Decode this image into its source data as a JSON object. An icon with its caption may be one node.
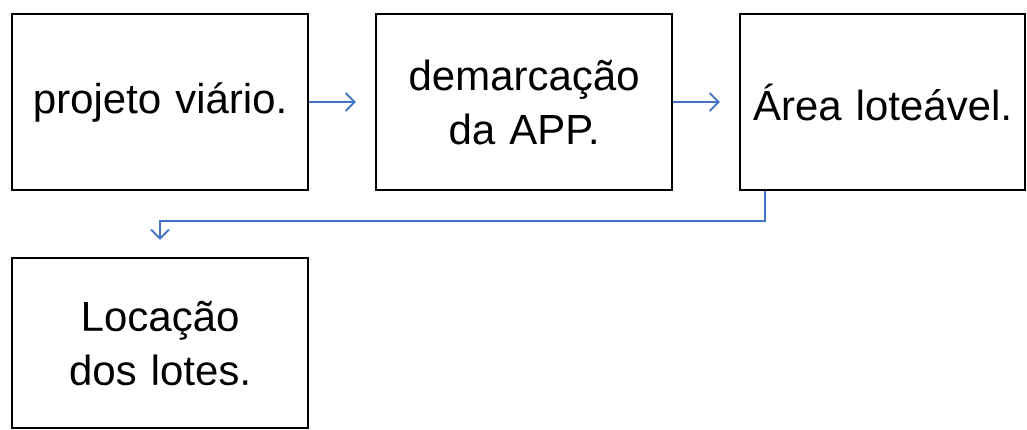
{
  "diagram": {
    "nodes": [
      {
        "text": [
          "projeto viário."
        ]
      },
      {
        "text": [
          "demarcação da APP."
        ]
      },
      {
        "text": [
          "Área loteável."
        ]
      },
      {
        "text": [
          "Locação dos lotes."
        ]
      }
    ],
    "edges": [
      {
        "from": 0,
        "to": 1,
        "arrow": "to"
      },
      {
        "from": 1,
        "to": 2,
        "arrow": "to"
      },
      {
        "from": 2,
        "to": 3,
        "arrow": "to"
      }
    ]
  }
}
